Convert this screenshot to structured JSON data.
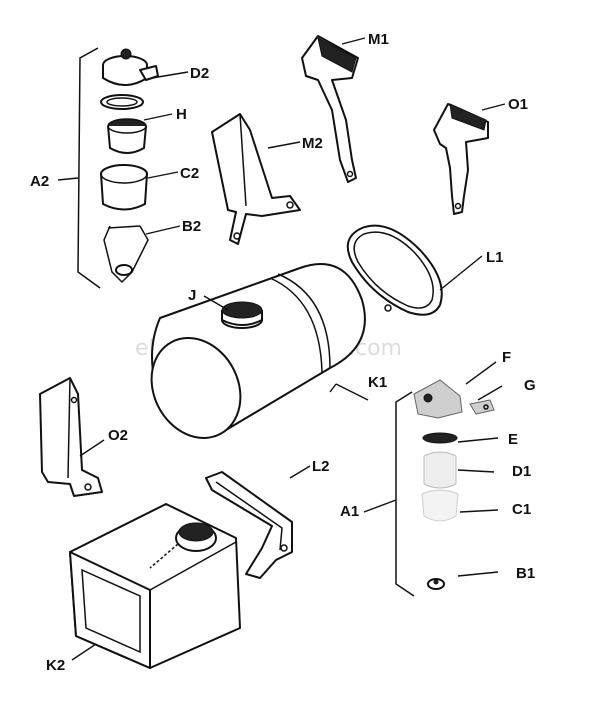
{
  "watermark": "eReplacementParts.com",
  "labels": {
    "M1": "M1",
    "D2": "D2",
    "H": "H",
    "M2": "M2",
    "O1": "O1",
    "A2": "A2",
    "C2": "C2",
    "B2": "B2",
    "L1": "L1",
    "J": "J",
    "F": "F",
    "G": "G",
    "K1": "K1",
    "E": "E",
    "O2": "O2",
    "D1": "D1",
    "L2": "L2",
    "A1": "A1",
    "C1": "C1",
    "B1": "B1",
    "K2": "K2"
  }
}
